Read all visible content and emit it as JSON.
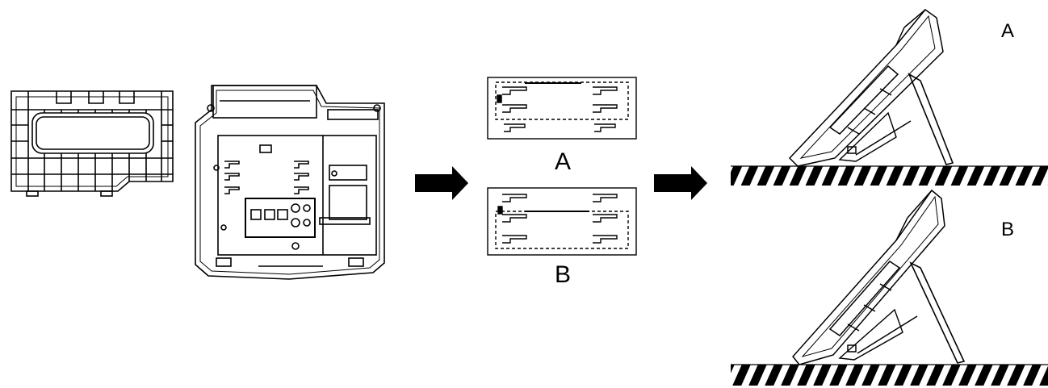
{
  "labels": {
    "slot_option_a": "A",
    "slot_option_b": "B",
    "angle_result_a": "A",
    "angle_result_b": "B"
  },
  "colors": {
    "line": "#000000",
    "background": "#ffffff"
  },
  "icons": {
    "step_arrow": "right-arrow-icon"
  }
}
